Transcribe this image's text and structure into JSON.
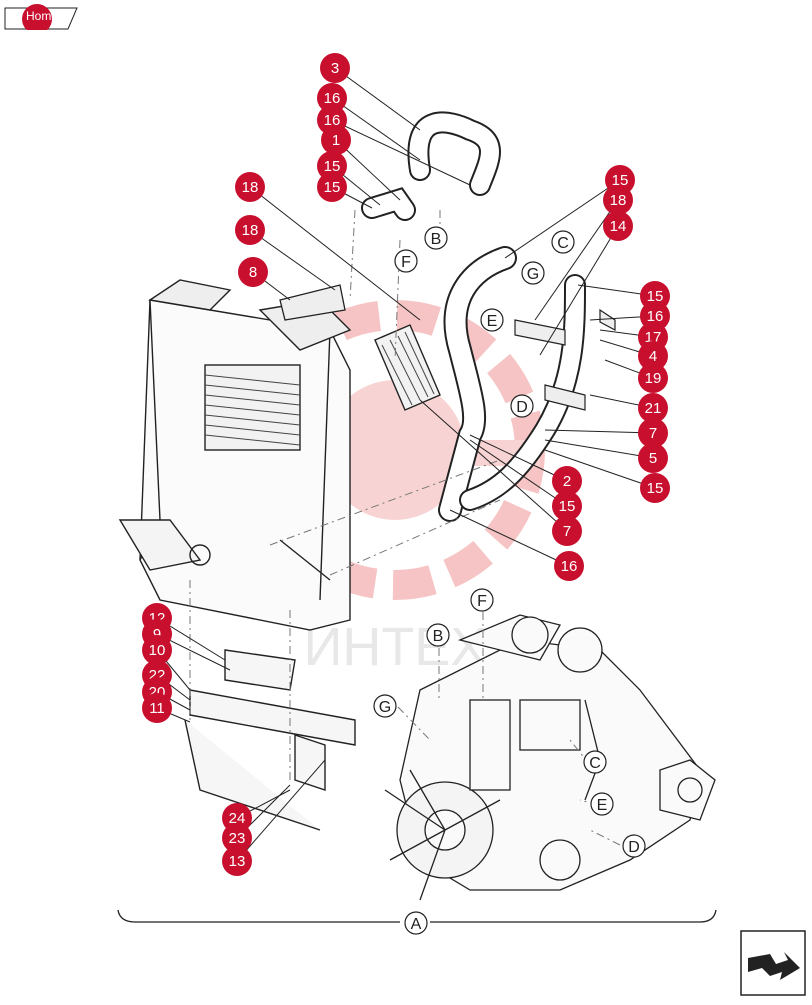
{
  "colors": {
    "callout": "#c8102e",
    "line": "#222222",
    "watermark": "#f1a6a6"
  },
  "nav": {
    "home_label": "Home",
    "next_icon": "next-page-arrow"
  },
  "watermark": {
    "text": "ИНТЕХ"
  },
  "callouts": [
    "3",
    "16",
    "16",
    "1",
    "15",
    "15",
    "18",
    "18",
    "8",
    "15",
    "18",
    "14",
    "15",
    "16",
    "17",
    "4",
    "19",
    "21",
    "7",
    "5",
    "15",
    "2",
    "15",
    "7",
    "16",
    "12",
    "9",
    "10",
    "22",
    "20",
    "11",
    "24",
    "23",
    "13"
  ],
  "view_letters": [
    "B",
    "F",
    "G",
    "C",
    "E",
    "D",
    "F",
    "B",
    "G",
    "C",
    "E",
    "D",
    "A"
  ]
}
